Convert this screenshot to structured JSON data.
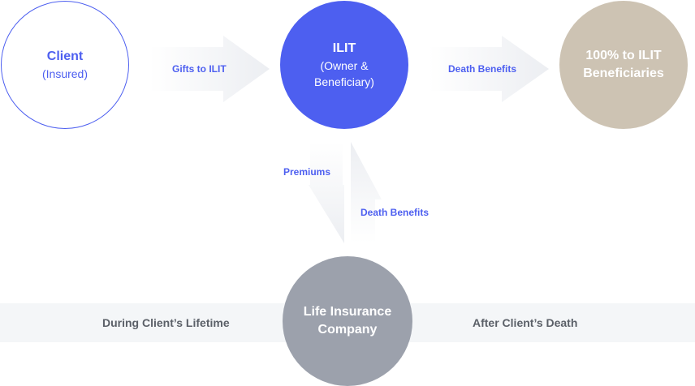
{
  "nodes": {
    "client": {
      "title": "Client",
      "subtitle": "(Insured)"
    },
    "ilit": {
      "title": "ILIT",
      "subtitle_line1": "(Owner &",
      "subtitle_line2": "Beneficiary)"
    },
    "beneficiaries": {
      "line1": "100% to ILIT",
      "line2": "Beneficiaries"
    },
    "life_insurance": {
      "line1": "Life Insurance",
      "line2": "Company"
    }
  },
  "flows": {
    "gifts": "Gifts to ILIT",
    "death_benefits_right": "Death Benefits",
    "premiums": "Premiums",
    "death_benefits_up": "Death Benefits"
  },
  "timeline": {
    "left": "During Client’s Lifetime",
    "right": "After Client’s Death"
  },
  "colors": {
    "accent": "#4d5ff0",
    "beneficiaries_fill": "#cdc3b3",
    "insurer_fill": "#9ca1ac",
    "band": "#f4f6f8",
    "arrow": "#eef0f3"
  }
}
